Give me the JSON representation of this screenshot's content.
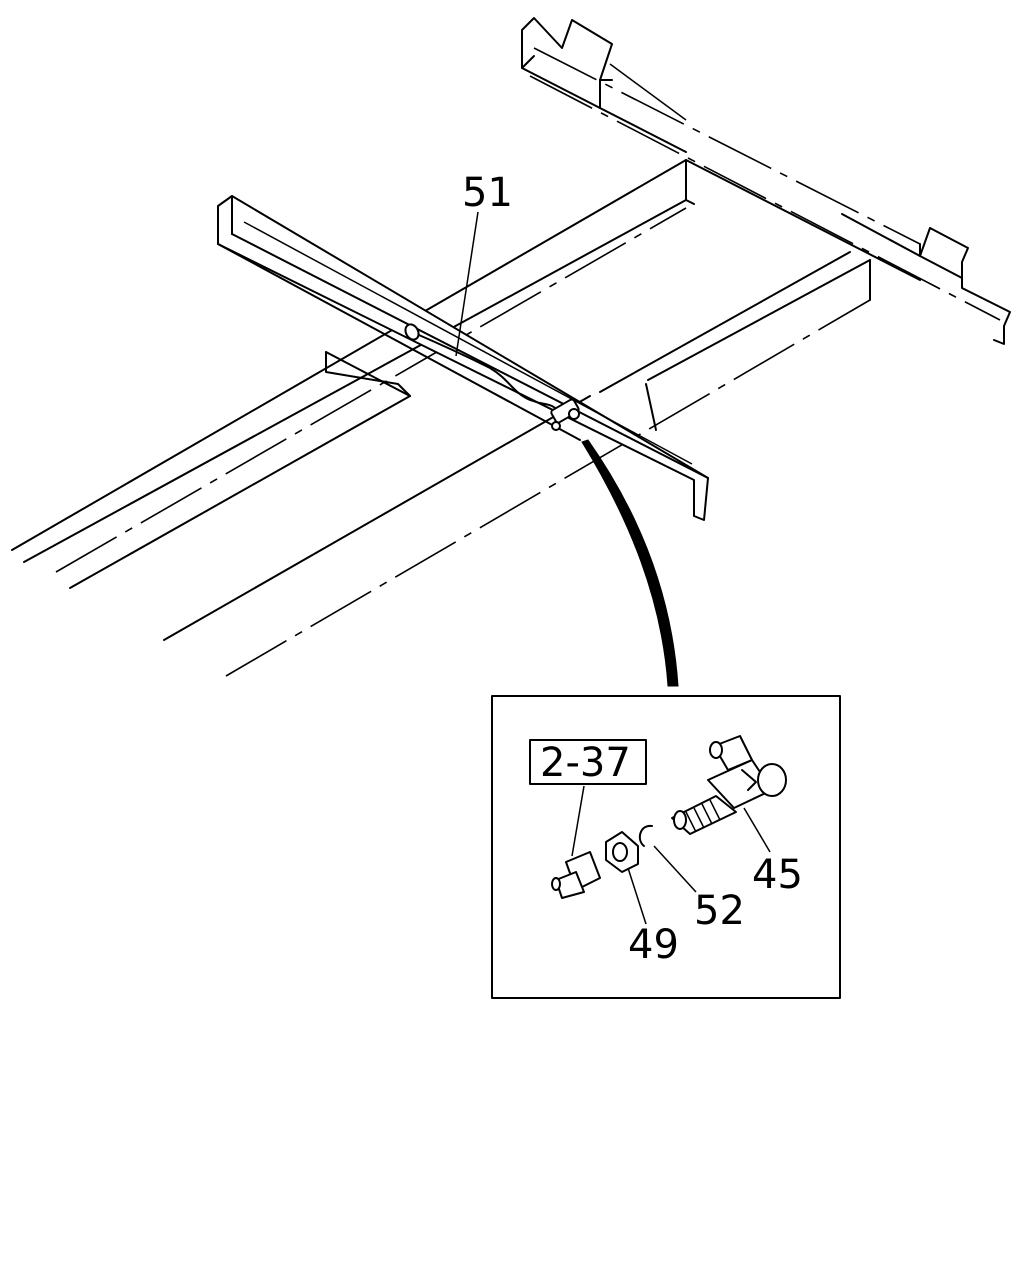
{
  "callouts": {
    "pipe": "51",
    "fitting": "45",
    "washer": "52",
    "nut": "49",
    "reference": "2-37"
  },
  "colors": {
    "line": "#000000",
    "background": "#ffffff"
  }
}
